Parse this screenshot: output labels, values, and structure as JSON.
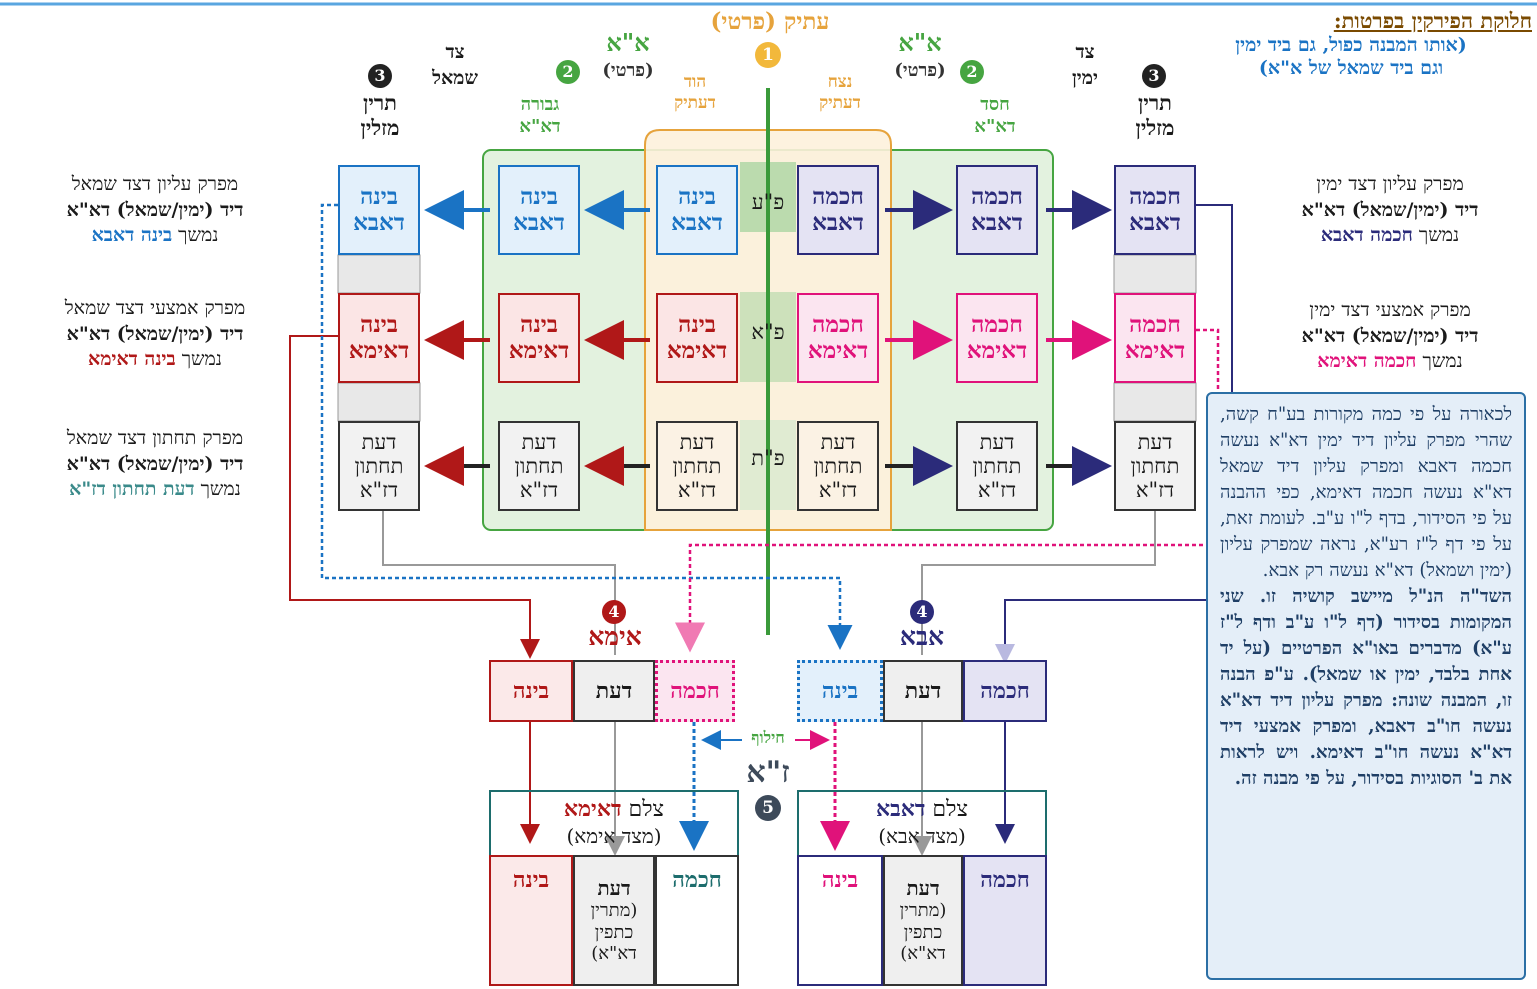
{
  "title_block": {
    "heading": "חלוקת הפירקין בפרטות:",
    "sub1": "(אותו המבנה כפול, גם ביד ימין",
    "sub2": "וגם ביד שמאל של א\"א)"
  },
  "top": {
    "atik_label": "עתיק (פרטי)",
    "num1": "1",
    "aa_right": "א\"א",
    "aa_right_sub": "(פרטי)",
    "aa_left": "א\"א",
    "aa_left_sub": "(פרטי)",
    "num2": "2",
    "num3": "3",
    "tzad_yemin": "צד ימין",
    "tzad_smol": "צד שמאל",
    "tarin_mazlin": "תרין מזלין",
    "chesed": "חסד",
    "chesed_sub": "דא\"א",
    "gevura": "גבורה",
    "gevura_sub": "דא\"א",
    "netzach": "נצח",
    "netzach_sub": "דעתיק",
    "hod": "הוד",
    "hod_sub": "דעתיק"
  },
  "center_labels": {
    "top": "פ\"ע",
    "mid": "פ\"א",
    "bottom": "פ\"ת"
  },
  "boxes": {
    "chochma_dabba": [
      "חכמה",
      "דאבא"
    ],
    "bina_dabba": [
      "בינה",
      "דאבא"
    ],
    "chochma_dima": [
      "חכמה",
      "דאימא"
    ],
    "bina_dima": [
      "בינה",
      "דאימא"
    ],
    "daat": [
      "דעת",
      "תחתון",
      "דז\"א"
    ]
  },
  "right_desc": [
    {
      "l1": "מפרק עליון דצד ימין",
      "l2": "דיד (ימין/שמאל) דא\"א",
      "l3a": "נמשך ",
      "l3b": "חכמה דאבא"
    },
    {
      "l1": "מפרק אמצעי דצד ימין",
      "l2": "דיד (ימין/שמאל) דא\"א",
      "l3a": "נמשך ",
      "l3b": "חכמה דאימא"
    }
  ],
  "left_desc": [
    {
      "l1": "מפרק עליון דצד שמאל",
      "l2": "דיד (ימין/שמאל) דא\"א",
      "l3a": "נמשך ",
      "l3b": "בינה דאבא"
    },
    {
      "l1": "מפרק אמצעי דצד שמאל",
      "l2": "דיד (ימין/שמאל) דא\"א",
      "l3a": "נמשך ",
      "l3b": "בינה דאימא"
    },
    {
      "l1": "מפרק תחתון דצד שמאל",
      "l2": "דיד (ימין/שמאל) דא\"א",
      "l3a": "נמשך ",
      "l3b": "דעת תחתון דז\"א"
    }
  ],
  "lower": {
    "num4": "4",
    "ima": "אימא",
    "abba": "אבא",
    "chochma": "חכמה",
    "daat": "דעת",
    "bina": "בינה",
    "chiluf": "חילוף",
    "za": "ז\"א",
    "num5": "5",
    "tzelem_ima": "צלם ",
    "tzelem_ima_b": "דאימא",
    "mitzad_ima": "(מצד אימא)",
    "tzelem_abba": "צלם ",
    "tzelem_abba_b": "דאבא",
    "mitzad_abba": "(מצד אבא)",
    "daat_sub": [
      "(מתרין",
      "כתפין",
      "דא\"א)"
    ]
  },
  "note": {
    "p1": "לכאורה על פי כמה מקורות בע\"ח קשה, שהרי מפרק עליון דיד ימין דא\"א נעשה חכמה דאבא ומפרק עליון דיד שמאל דא\"א נעשה חכמה דאימא, כפי ההבנה על פי הסידור, בדף ל\"ו ע\"ב. לעומת זאת, על פי דף ל\"ז רע\"א, נראה שמפרק עליון (ימין ושמאל) דא\"א נעשה רק אבא.",
    "p2": "השד\"ה הנ\"ל מיישב קושיה זו. שני המקומות בסידור (דף ל\"ו ע\"ב ודף ל\"ז ע\"א) מדברים באו\"א הפרטיים (על יד אחת בלבד, ימין או שמאל). ע\"פ הבנה זו, המבנה שונה: מפרק עליון דיד דא\"א נעשה חו\"ב דאבא, ומפרק אמצעי דיד דא\"א נעשה חו\"ב דאימא. ויש לראות את ב' הסוגיות בסידור, על פי מבנה זה."
  },
  "colors": {
    "green": "#46a541",
    "orange": "#e6a33c",
    "blue": "#1a73c4",
    "navy": "#2b2b7a",
    "red": "#b01818",
    "pink": "#e0127a",
    "gray": "#555555"
  }
}
